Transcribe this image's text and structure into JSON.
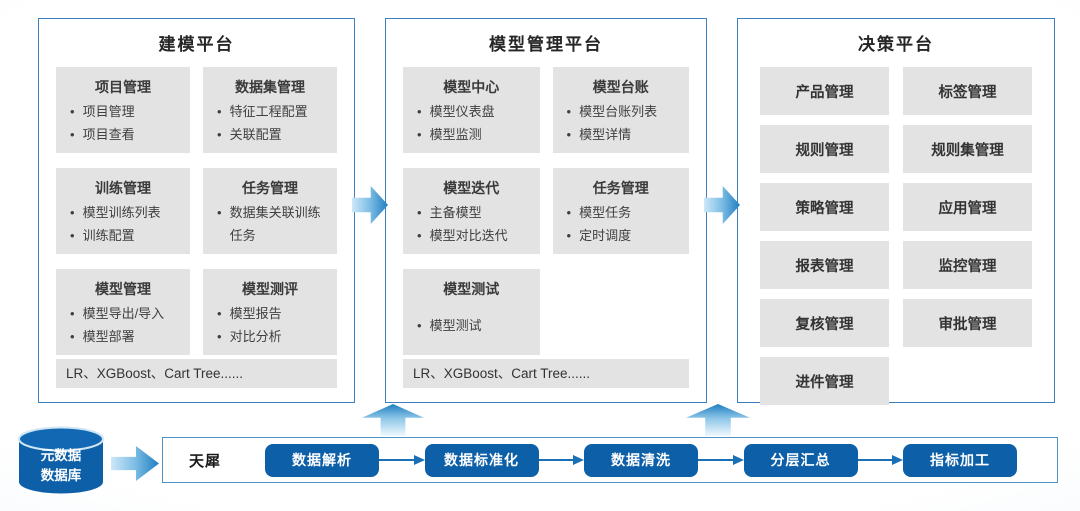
{
  "diagram": {
    "panels": [
      {
        "title": "建模平台",
        "boxes": [
          {
            "title": "项目管理",
            "items": [
              "项目管理",
              "项目查看"
            ]
          },
          {
            "title": "数据集管理",
            "items": [
              "特征工程配置",
              "关联配置"
            ]
          },
          {
            "title": "训练管理",
            "items": [
              "模型训练列表",
              "训练配置"
            ]
          },
          {
            "title": "任务管理",
            "items": [
              "数据集关联训练任务"
            ]
          },
          {
            "title": "模型管理",
            "items": [
              "模型导出/导入",
              "模型部署"
            ]
          },
          {
            "title": "模型测评",
            "items": [
              "模型报告",
              "对比分析"
            ]
          }
        ],
        "footer": "LR、XGBoost、Cart Tree......"
      },
      {
        "title": "模型管理平台",
        "boxes": [
          {
            "title": "模型中心",
            "items": [
              "模型仪表盘",
              "模型监测"
            ]
          },
          {
            "title": "模型台账",
            "items": [
              "模型台账列表",
              "模型详情"
            ]
          },
          {
            "title": "模型迭代",
            "items": [
              "主备模型",
              "模型对比迭代"
            ]
          },
          {
            "title": "任务管理",
            "items": [
              "模型任务",
              "定时调度"
            ]
          },
          {
            "title": "模型测试",
            "items": [
              "模型测试"
            ]
          }
        ],
        "footer": "LR、XGBoost、Cart Tree......"
      },
      {
        "title": "决策平台",
        "boxes": [
          "产品管理",
          "标签管理",
          "规则管理",
          "规则集管理",
          "策略管理",
          "应用管理",
          "报表管理",
          "监控管理",
          "复核管理",
          "审批管理",
          "进件管理"
        ]
      }
    ],
    "datasource": {
      "line1": "元数据",
      "line2": "数据库"
    },
    "pipeline": {
      "label": "天犀",
      "steps": [
        "数据解析",
        "数据标准化",
        "数据清洗",
        "分层汇总",
        "指标加工"
      ]
    },
    "colors": {
      "panel_border": "#3c80bd",
      "module_box_bg": "#e3e3e3",
      "accent_blue": "#0d5fa8",
      "bar_border": "#4f94c9"
    }
  }
}
